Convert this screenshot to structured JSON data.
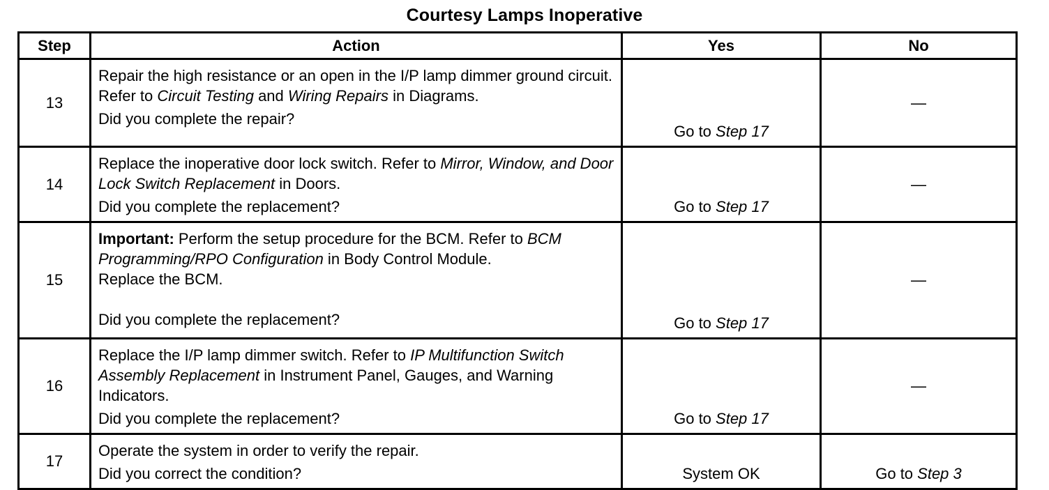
{
  "document": {
    "title": "Courtesy Lamps Inoperative"
  },
  "table": {
    "headers": {
      "step": "Step",
      "action": "Action",
      "yes": "Yes",
      "no": "No"
    },
    "rows": [
      {
        "step": "13",
        "action_lines": [
          {
            "segments": [
              {
                "text": "Repair the high resistance or an open in the I/P lamp dimmer ground circuit. Refer to ",
                "style": "normal"
              },
              {
                "text": "Circuit Testing",
                "style": "italic"
              },
              {
                "text": " and ",
                "style": "normal"
              },
              {
                "text": "Wiring Repairs",
                "style": "italic"
              },
              {
                "text": " in Diagrams.",
                "style": "normal"
              }
            ]
          }
        ],
        "question": "Did you complete the repair?",
        "yes": {
          "prefix": "Go to ",
          "emphasis": "Step 17"
        },
        "no": {
          "text": "—"
        }
      },
      {
        "step": "14",
        "action_lines": [
          {
            "segments": [
              {
                "text": "Replace the inoperative door lock switch. Refer to ",
                "style": "normal"
              },
              {
                "text": "Mirror, Window, and Door Lock Switch Replacement",
                "style": "italic"
              },
              {
                "text": " in Doors.",
                "style": "normal"
              }
            ]
          }
        ],
        "question": "Did you complete the replacement?",
        "yes": {
          "prefix": "Go to ",
          "emphasis": "Step 17"
        },
        "no": {
          "text": "—"
        }
      },
      {
        "step": "15",
        "action_lines": [
          {
            "segments": [
              {
                "text": "Important:",
                "style": "bold"
              },
              {
                "text": " Perform the setup procedure for the BCM. Refer to ",
                "style": "normal"
              },
              {
                "text": "BCM Programming/RPO Configuration",
                "style": "italic"
              },
              {
                "text": " in Body Control Module.",
                "style": "normal"
              }
            ]
          },
          {
            "segments": [
              {
                "text": "Replace the BCM.",
                "style": "normal"
              }
            ]
          }
        ],
        "question": "Did you complete the replacement?",
        "yes": {
          "prefix": "Go to ",
          "emphasis": "Step 17"
        },
        "no": {
          "text": "—"
        }
      },
      {
        "step": "16",
        "action_lines": [
          {
            "segments": [
              {
                "text": "Replace the I/P lamp dimmer switch. Refer to ",
                "style": "normal"
              },
              {
                "text": "IP Multifunction Switch Assembly Replacement",
                "style": "italic"
              },
              {
                "text": " in Instrument Panel, Gauges, and Warning Indicators.",
                "style": "normal"
              }
            ]
          }
        ],
        "question": "Did you complete the replacement?",
        "yes": {
          "prefix": "Go to ",
          "emphasis": "Step 17"
        },
        "no": {
          "text": "—"
        }
      },
      {
        "step": "17",
        "action_lines": [
          {
            "segments": [
              {
                "text": "Operate the system in order to verify the repair.",
                "style": "normal"
              }
            ]
          }
        ],
        "question": "Did you correct the condition?",
        "yes": {
          "prefix": "System OK",
          "emphasis": ""
        },
        "no": {
          "prefix": "Go to ",
          "emphasis": "Step 3"
        }
      }
    ]
  }
}
